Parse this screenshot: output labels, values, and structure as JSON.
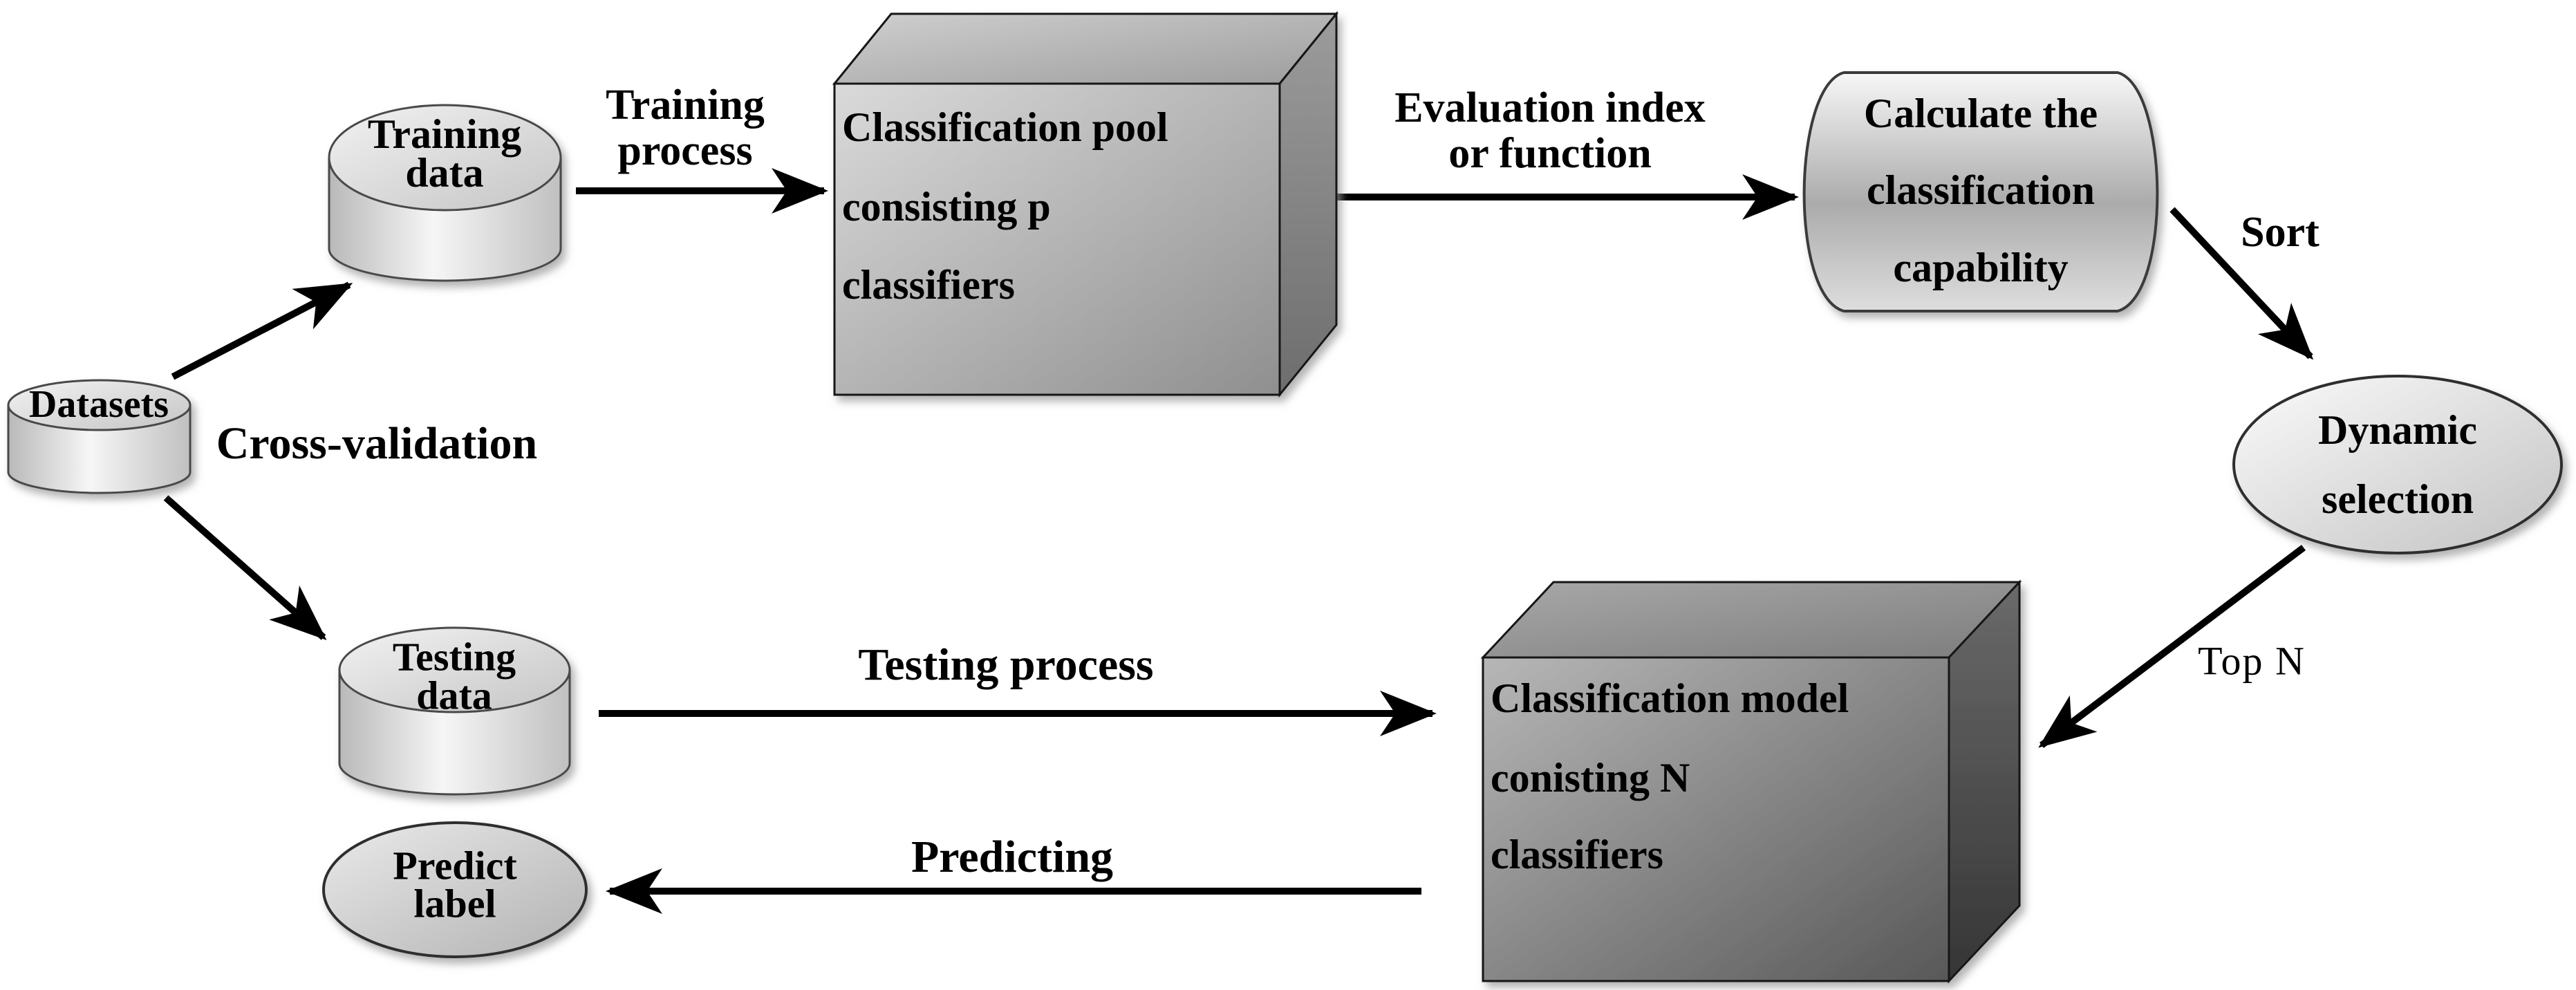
{
  "canvas": {
    "background": "#ffffff",
    "ink_color": "#000000",
    "shape_light": "#f5f5f5",
    "shape_dark": "#565656"
  },
  "nodes": {
    "datasets": {
      "shape": "cylinder",
      "label": "Datasets"
    },
    "training_data": {
      "shape": "cylinder",
      "line1": "Training",
      "line2": "data"
    },
    "testing_data": {
      "shape": "cylinder",
      "line1": "Testing",
      "line2": "data"
    },
    "classification_pool": {
      "shape": "cube",
      "line1": "Classification pool",
      "line2": "consisting p",
      "line3": "classifiers"
    },
    "calculate_capability": {
      "shape": "rounded-panel",
      "line1": "Calculate the",
      "line2": "classification",
      "line3": "capability"
    },
    "dynamic_selection": {
      "shape": "ellipse",
      "line1": "Dynamic",
      "line2": "selection"
    },
    "classification_model": {
      "shape": "cube",
      "line1": "Classification model",
      "line2": "conisting N",
      "line3": "classifiers"
    },
    "predict_label": {
      "shape": "ellipse",
      "line1": "Predict",
      "line2": "label"
    }
  },
  "edge_labels": {
    "cross_validation": "Cross-validation",
    "training_process_line1": "Training",
    "training_process_line2": "process",
    "evaluation_line1": "Evaluation index",
    "evaluation_line2": "or function",
    "sort": "Sort",
    "top_n": "Top N",
    "testing_process": "Testing process",
    "predicting": "Predicting"
  }
}
